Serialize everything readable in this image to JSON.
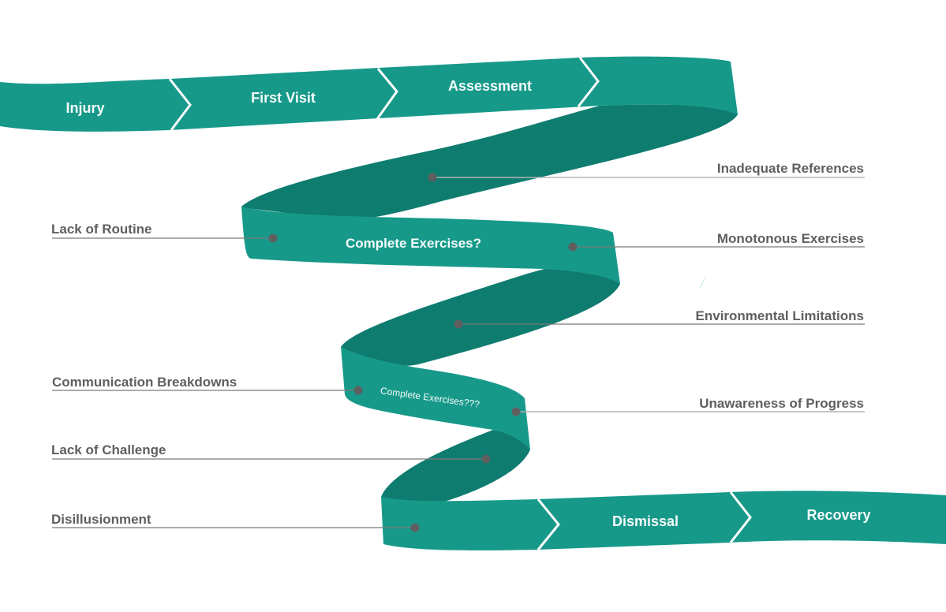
{
  "colors": {
    "ribbon_front": "#17998a",
    "ribbon_back": "#0f7c70",
    "label_text": "#5f5f60",
    "ribbon_text": "#f4fbfa",
    "leader_line": "#7a7a7a",
    "dot": "#5f5f60",
    "background": "#ffffff"
  },
  "stages_top": [
    {
      "label": "Injury"
    },
    {
      "label": "First Visit"
    },
    {
      "label": "Assessment"
    }
  ],
  "stages_bottom": [
    {
      "label": "Dismissal"
    },
    {
      "label": "Recovery"
    }
  ],
  "questions": {
    "first": "Complete Exercises?",
    "second": "Complete Exercises???"
  },
  "barriers_left": [
    {
      "label": "Lack of Routine"
    },
    {
      "label": "Communication Breakdowns"
    },
    {
      "label": "Lack of Challenge"
    },
    {
      "label": "Disillusionment"
    }
  ],
  "barriers_right": [
    {
      "label": "Inadequate References"
    },
    {
      "label": "Monotonous Exercises"
    },
    {
      "label": "Environmental Limitations"
    },
    {
      "label": "Unawareness of Progress"
    }
  ]
}
